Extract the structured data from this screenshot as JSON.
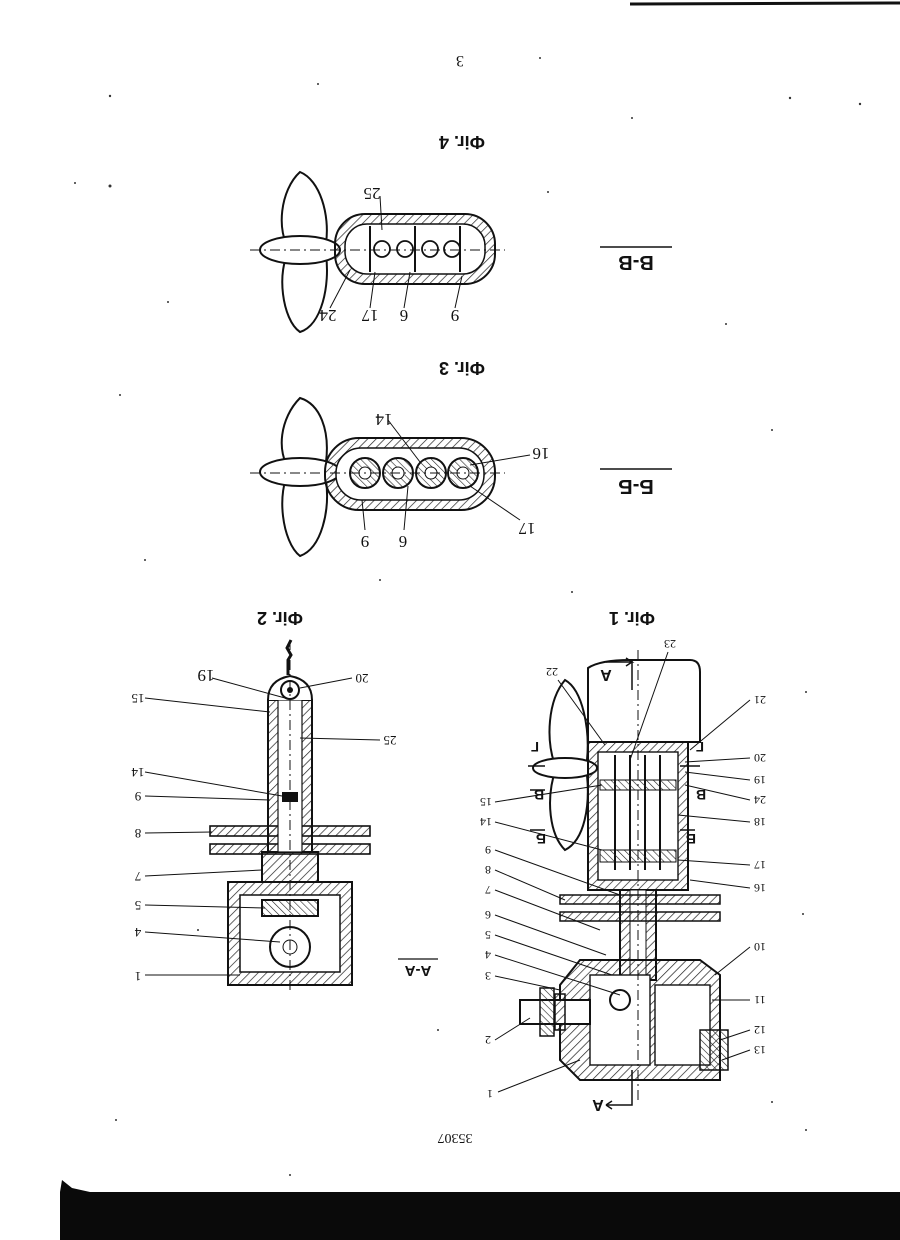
{
  "page": {
    "page_number": "3",
    "document_number": "35307",
    "orientation": "rotated 180 degrees (scanned upside down)"
  },
  "figures": {
    "fig1": {
      "caption": "Фіг. 1",
      "section_marks": {
        "a": "А",
        "b": "Б",
        "v": "В",
        "g": "Г"
      },
      "labels": [
        "1",
        "2",
        "3",
        "4",
        "5",
        "6",
        "7",
        "8",
        "9",
        "10",
        "11",
        "12",
        "13",
        "14",
        "15",
        "16",
        "17",
        "18",
        "19",
        "20",
        "21",
        "22",
        "23",
        "24"
      ]
    },
    "fig2": {
      "caption": "Фіг. 2",
      "section": "А-А",
      "labels": [
        "1",
        "4",
        "5",
        "7",
        "8",
        "9",
        "14",
        "15",
        "25",
        "20",
        "19"
      ]
    },
    "fig3": {
      "caption": "Фіг. 3",
      "section": "Б-Б",
      "labels": [
        "9",
        "6",
        "17",
        "16",
        "14"
      ]
    },
    "fig4": {
      "caption": "Фіг. 4",
      "section": "В-В",
      "labels": [
        "9",
        "6",
        "17",
        "24",
        "25"
      ]
    }
  }
}
